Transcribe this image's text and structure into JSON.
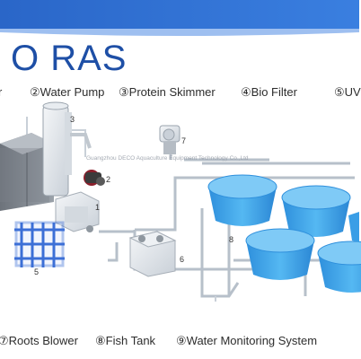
{
  "title": "O RAS",
  "top_legend": [
    {
      "id": "pump",
      "text": "②Water Pump"
    },
    {
      "id": "skimmer",
      "text": "③Protein Skimmer"
    },
    {
      "id": "biofilter",
      "text": "④Bio Filter"
    },
    {
      "id": "uv",
      "text": "⑤UV"
    },
    {
      "id": "cut",
      "text": "r"
    }
  ],
  "bottom_legend": [
    {
      "id": "blower",
      "text": "⑦Roots Blower"
    },
    {
      "id": "tank",
      "text": "⑧Fish Tank"
    },
    {
      "id": "monitor",
      "text": "⑨Water Monitoring System"
    }
  ],
  "callouts": [
    "1",
    "2",
    "3",
    "5",
    "6",
    "7",
    "8"
  ],
  "watermark": "Guangzhou DECO Aquaculture Equipment Technology Co.,Ltd",
  "colors": {
    "header_blue": "#2f6fd0",
    "title_blue": "#1e4fa6",
    "tank_blue": "#3aa6ea",
    "pipe": "#b9c2cc",
    "uv_blue": "#3c6fd6"
  }
}
